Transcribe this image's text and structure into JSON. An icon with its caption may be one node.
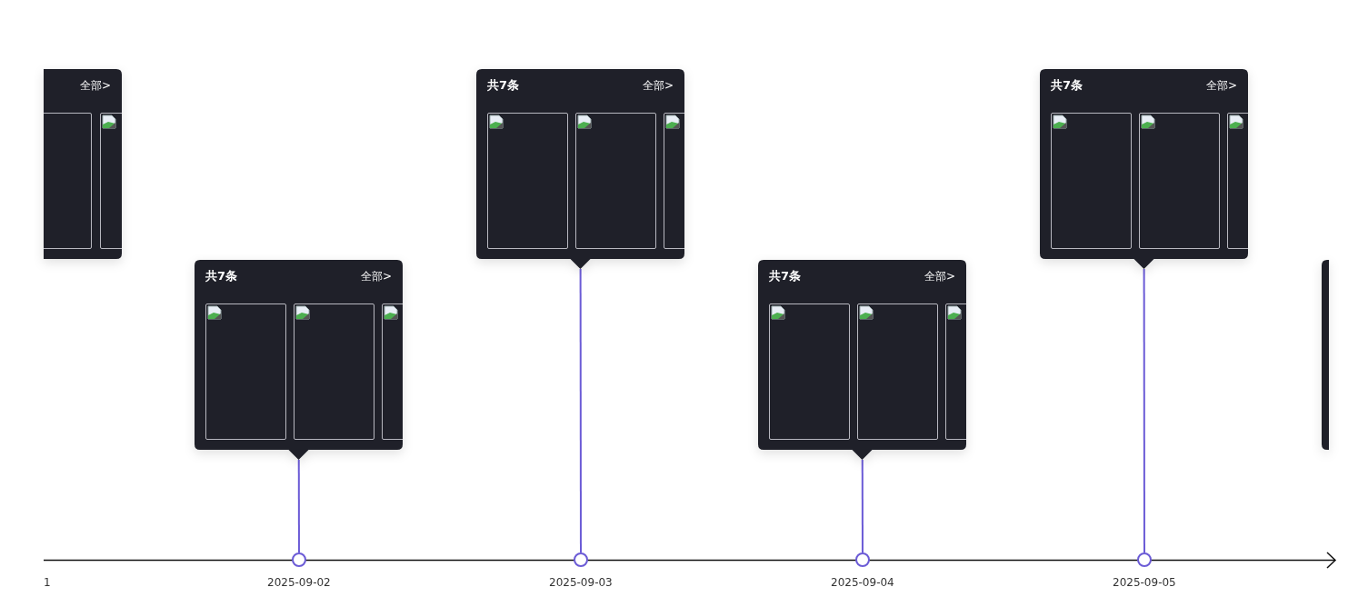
{
  "diagram": {
    "nodes": [
      {
        "text": [
          "全部>"
        ]
      },
      {
        "text": [
          "共7条",
          "全部>"
        ]
      },
      {
        "text": [
          "共7条",
          "全部>"
        ]
      },
      {
        "text": [
          "共7条",
          "全部>"
        ]
      },
      {
        "text": [
          "共7条",
          "全部>"
        ]
      },
      {
        "text": [],
        "shape": "box"
      },
      {
        "text": [],
        "shape": "circle",
        "beside": [
          "2025-09-02"
        ]
      },
      {
        "text": [],
        "shape": "circle",
        "beside": [
          "2025-09-03"
        ]
      },
      {
        "text": [],
        "shape": "circle",
        "beside": [
          "2025-09-04"
        ]
      },
      {
        "text": [],
        "shape": "circle",
        "beside": [
          "2025-09-05"
        ]
      }
    ],
    "edges": [
      {
        "from": 1,
        "to": 6,
        "arrow": "none"
      },
      {
        "from": 2,
        "to": 7,
        "arrow": "none"
      },
      {
        "from": 3,
        "to": 8,
        "arrow": "none"
      },
      {
        "from": 4,
        "to": 9,
        "arrow": "none"
      }
    ],
    "labels": [
      "1"
    ]
  }
}
